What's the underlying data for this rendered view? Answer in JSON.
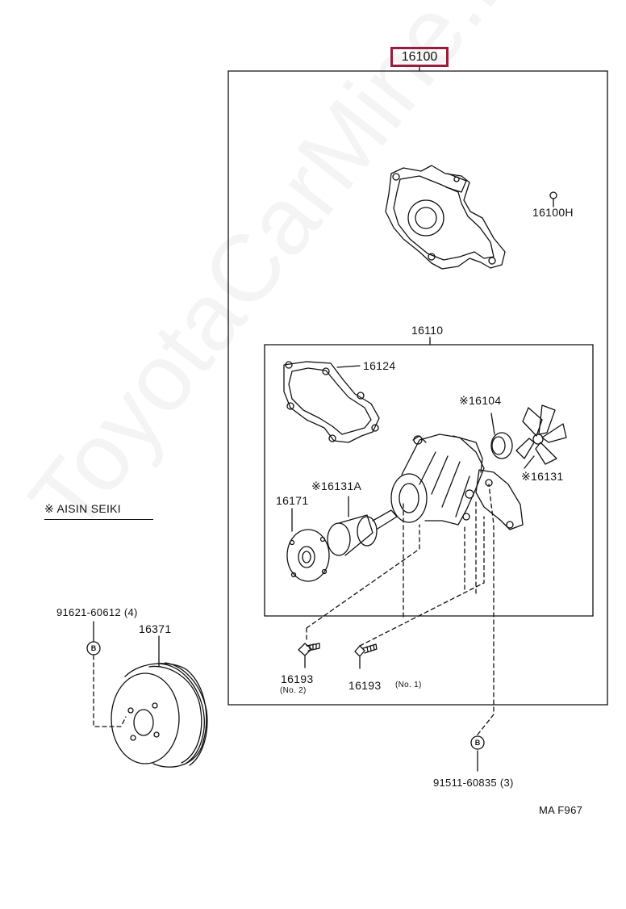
{
  "assembly_number": "16100",
  "parts": {
    "p16100H": "16100H",
    "p16110": "16110",
    "p16124": "16124",
    "p16104": "※16104",
    "p16131": "※16131",
    "p16131A": "※16131A",
    "p16171": "16171",
    "p16193_no2": "16193",
    "p16193_no2_note": "(No. 2)",
    "p16193_no1": "16193",
    "p16193_no1_note": "(No. 1)",
    "p91621": "91621-60612 (4)",
    "p16371": "16371",
    "p91511": "91511-60835 (3)"
  },
  "maker_note": "※ AISIN SEIKI",
  "badge_label": "B",
  "figure_code": "MA F967",
  "watermark": "ToyotaCarMine.ru",
  "colors": {
    "line": "#111111",
    "highlight_border": "#9b1b3a",
    "background": "#ffffff"
  }
}
